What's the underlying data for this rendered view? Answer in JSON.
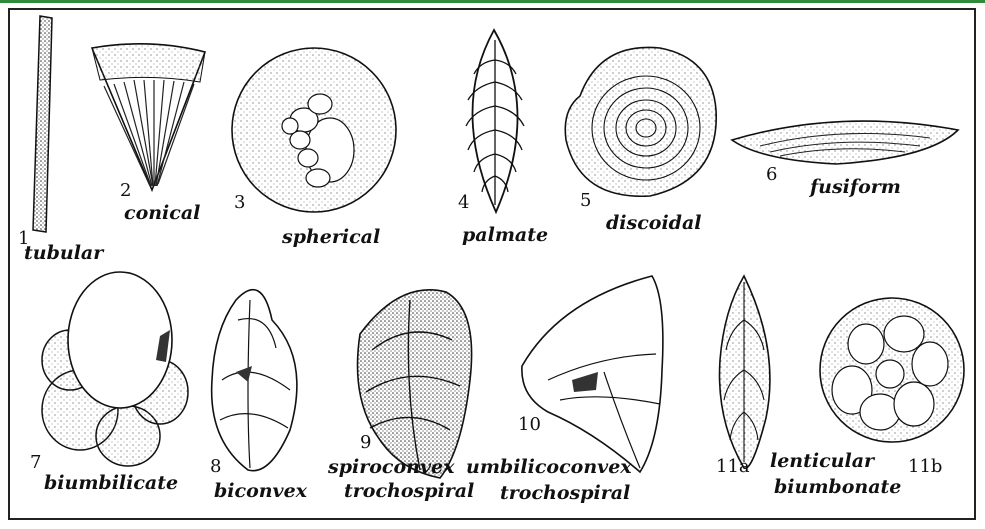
{
  "figures": [
    {
      "num": "1",
      "label": "tubular"
    },
    {
      "num": "2",
      "label": "conical"
    },
    {
      "num": "3",
      "label": "spherical"
    },
    {
      "num": "4",
      "label": "palmate"
    },
    {
      "num": "5",
      "label": "discoidal"
    },
    {
      "num": "6",
      "label": "fusiform"
    },
    {
      "num": "7",
      "label": "biumbilicate"
    },
    {
      "num": "8",
      "label": "biconvex"
    },
    {
      "num": "9",
      "label": "spiroconvex",
      "label2": "trochospiral"
    },
    {
      "num": "10",
      "label": "umbilicoconvex",
      "label2": "trochospiral"
    },
    {
      "num": "11a",
      "label": "lenticular",
      "label2": "biumbonate"
    },
    {
      "num": "11b"
    }
  ]
}
